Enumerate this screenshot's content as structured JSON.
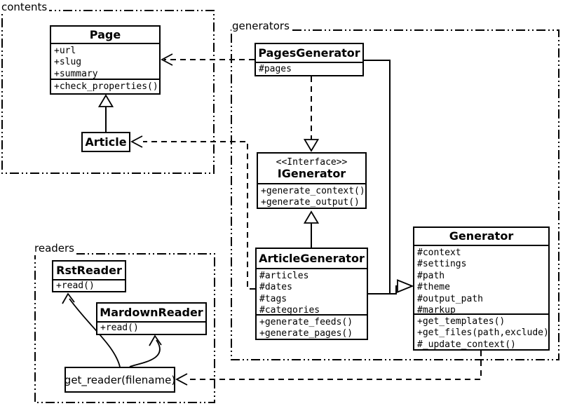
{
  "colors": {
    "background": "#ffffff",
    "stroke": "#000000",
    "text": "#000000",
    "box_fill": "#ffffff"
  },
  "packages": {
    "contents": {
      "label": "contents"
    },
    "generators": {
      "label": "generators"
    },
    "readers": {
      "label": "readers"
    }
  },
  "classes": {
    "page": {
      "title": "Page",
      "attrs": [
        "+url",
        "+slug",
        "+summary"
      ],
      "methods": [
        "+check_properties()"
      ]
    },
    "article": {
      "title": "Article"
    },
    "pages_generator": {
      "title": "PagesGenerator",
      "attrs": [
        "#pages"
      ]
    },
    "igenerator": {
      "stereotype": "<<Interface>>",
      "title": "IGenerator",
      "methods": [
        "+generate_context()",
        "+generate_output()"
      ]
    },
    "article_generator": {
      "title": "ArticleGenerator",
      "attrs": [
        "#articles",
        "#dates",
        "#tags",
        "#categories"
      ],
      "methods": [
        "+generate_feeds()",
        "+generate_pages()"
      ]
    },
    "generator": {
      "title": "Generator",
      "attrs": [
        "#context",
        "#settings",
        "#path",
        "#theme",
        "#output_path",
        "#markup"
      ],
      "methods": [
        "+get_templates()",
        "+get_files(path,exclude)",
        "#_update_context()"
      ]
    },
    "rst_reader": {
      "title": "RstReader",
      "methods": [
        "+read()"
      ]
    },
    "mardown_reader": {
      "title": "MardownReader",
      "methods": [
        "+read()"
      ]
    },
    "get_reader": {
      "title": "get_reader(filename)"
    }
  },
  "relationships": [
    {
      "from": "Article",
      "to": "Page",
      "type": "generalization"
    },
    {
      "from": "PagesGenerator",
      "to": "Page",
      "type": "dependency"
    },
    {
      "from": "ArticleGenerator",
      "to": "Article",
      "type": "dependency"
    },
    {
      "from": "PagesGenerator",
      "to": "IGenerator",
      "type": "realization"
    },
    {
      "from": "ArticleGenerator",
      "to": "IGenerator",
      "type": "generalization"
    },
    {
      "from": "PagesGenerator",
      "to": "Generator",
      "type": "generalization"
    },
    {
      "from": "ArticleGenerator",
      "to": "Generator",
      "type": "generalization"
    },
    {
      "from": "Generator",
      "to": "get_reader(filename)",
      "type": "dependency"
    },
    {
      "from": "get_reader(filename)",
      "to": "RstReader",
      "type": "association"
    },
    {
      "from": "get_reader(filename)",
      "to": "MardownReader",
      "type": "association"
    }
  ]
}
